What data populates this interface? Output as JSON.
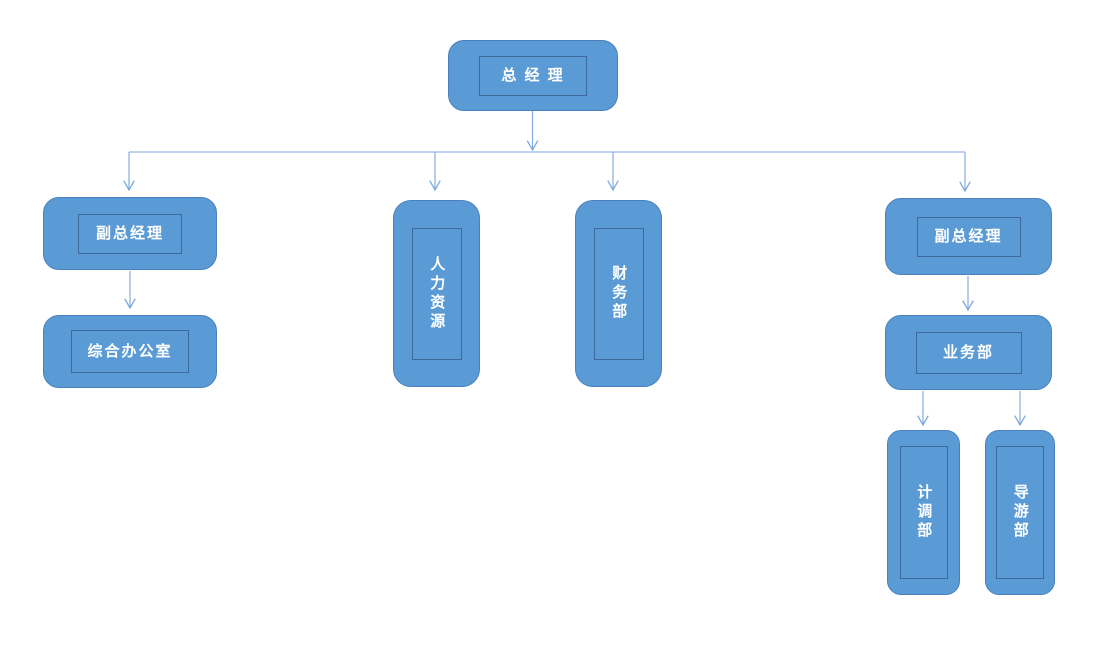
{
  "diagram": {
    "type": "org-chart",
    "nodes": {
      "gm": {
        "label": "总 经 理",
        "role": "root"
      },
      "deputy_left": {
        "label": "副总经理",
        "role": "level-2"
      },
      "hr": {
        "label": "人力资源",
        "role": "level-2",
        "orientation": "vertical"
      },
      "finance": {
        "label": "财务部",
        "role": "level-2",
        "orientation": "vertical"
      },
      "deputy_right": {
        "label": "副总经理",
        "role": "level-2"
      },
      "general_office": {
        "label": "综合办公室",
        "role": "level-3"
      },
      "business": {
        "label": "业务部",
        "role": "level-3"
      },
      "planning": {
        "label": "计调部",
        "role": "level-4",
        "orientation": "vertical"
      },
      "guide": {
        "label": "导游部",
        "role": "level-4",
        "orientation": "vertical"
      }
    },
    "edges": [
      {
        "from": "gm",
        "to": "deputy_left"
      },
      {
        "from": "gm",
        "to": "hr"
      },
      {
        "from": "gm",
        "to": "finance"
      },
      {
        "from": "gm",
        "to": "deputy_right"
      },
      {
        "from": "deputy_left",
        "to": "general_office"
      },
      {
        "from": "deputy_right",
        "to": "business"
      },
      {
        "from": "business",
        "to": "planning"
      },
      {
        "from": "business",
        "to": "guide"
      }
    ],
    "colors": {
      "canvas_bg": "#FFFFFF",
      "node_fill": "#5B9BD5",
      "node_border": "#4A81BC",
      "inner_border": "#3D6899",
      "connector": "#7BA7DB",
      "label_text": "#FFFFFF"
    }
  }
}
